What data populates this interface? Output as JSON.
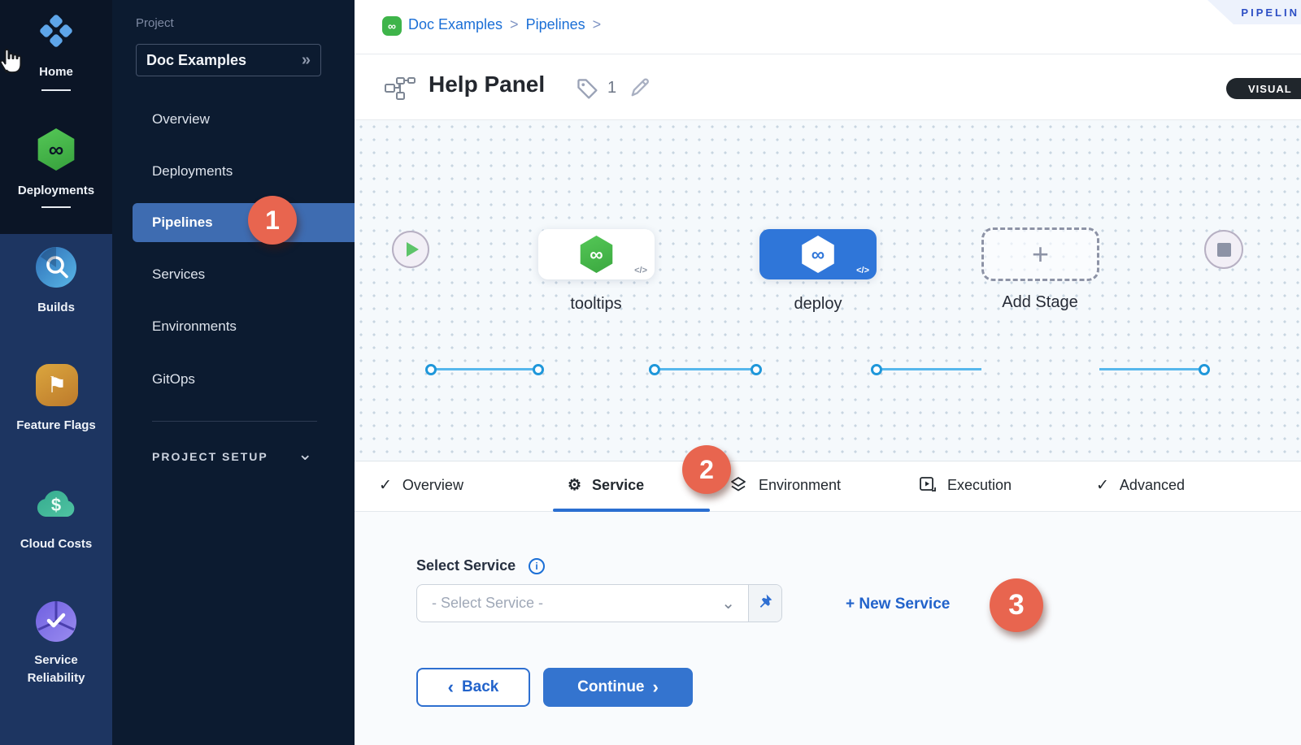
{
  "colors": {
    "primary_blue": "#1b6fd6",
    "active_row_blue": "#3e6cb1",
    "callout_red": "#e8654f",
    "node_blue": "#2f76d9",
    "harness_green": "#46bb4c",
    "connector_blue": "#56b7ec",
    "rail_top_bg": "#0b1526",
    "rail_bottom_bg": "#1d3561",
    "panel_bg": "#0c1b30",
    "canvas_bg": "#f5f9fc"
  },
  "glyphs": {
    "infinity": "∞",
    "check": "✓",
    "gear": "⚙",
    "chevron_down": "⌄",
    "chevron_left": "‹",
    "chevron_right": "›",
    "double_chevron_right": "»",
    "plus": "+",
    "code": "</>",
    "dollar": "$",
    "flag": "⚑",
    "breadcrumb_sep": ">",
    "info": "i"
  },
  "nav_rail": {
    "items": [
      {
        "label": "Home"
      },
      {
        "label": "Deployments"
      },
      {
        "label": "Builds"
      },
      {
        "label": "Feature Flags"
      },
      {
        "label": "Cloud Costs"
      },
      {
        "label_line1": "Service",
        "label_line2": "Reliability"
      }
    ]
  },
  "project_panel": {
    "section_label": "Project",
    "project_name": "Doc Examples",
    "menu": [
      {
        "label": "Overview"
      },
      {
        "label": "Deployments"
      },
      {
        "label": "Pipelines"
      },
      {
        "label": "Services"
      },
      {
        "label": "Environments"
      },
      {
        "label": "GitOps"
      }
    ],
    "active_item": "Pipelines",
    "setup_label": "PROJECT SETUP"
  },
  "header": {
    "breadcrumb": {
      "project": "Doc Examples",
      "section": "Pipelines"
    },
    "ribbon_label": "PIPELIN",
    "title": "Help Panel",
    "tag_count": "1",
    "mode_label": "VISUAL"
  },
  "canvas": {
    "stage1_name": "tooltips",
    "stage2_name": "deploy",
    "add_stage_label": "Add Stage"
  },
  "tabs": {
    "items": [
      {
        "label": "Overview"
      },
      {
        "label": "Service"
      },
      {
        "label": "Environment"
      },
      {
        "label": "Execution"
      },
      {
        "label": "Advanced"
      }
    ],
    "active_tab": "Service"
  },
  "service_form": {
    "label": "Select Service",
    "dropdown_placeholder": "- Select Service -",
    "new_service_label": "+ New Service",
    "back_label": "Back",
    "continue_label": "Continue"
  },
  "callouts": {
    "step1": "1",
    "step2": "2",
    "step3": "3"
  }
}
